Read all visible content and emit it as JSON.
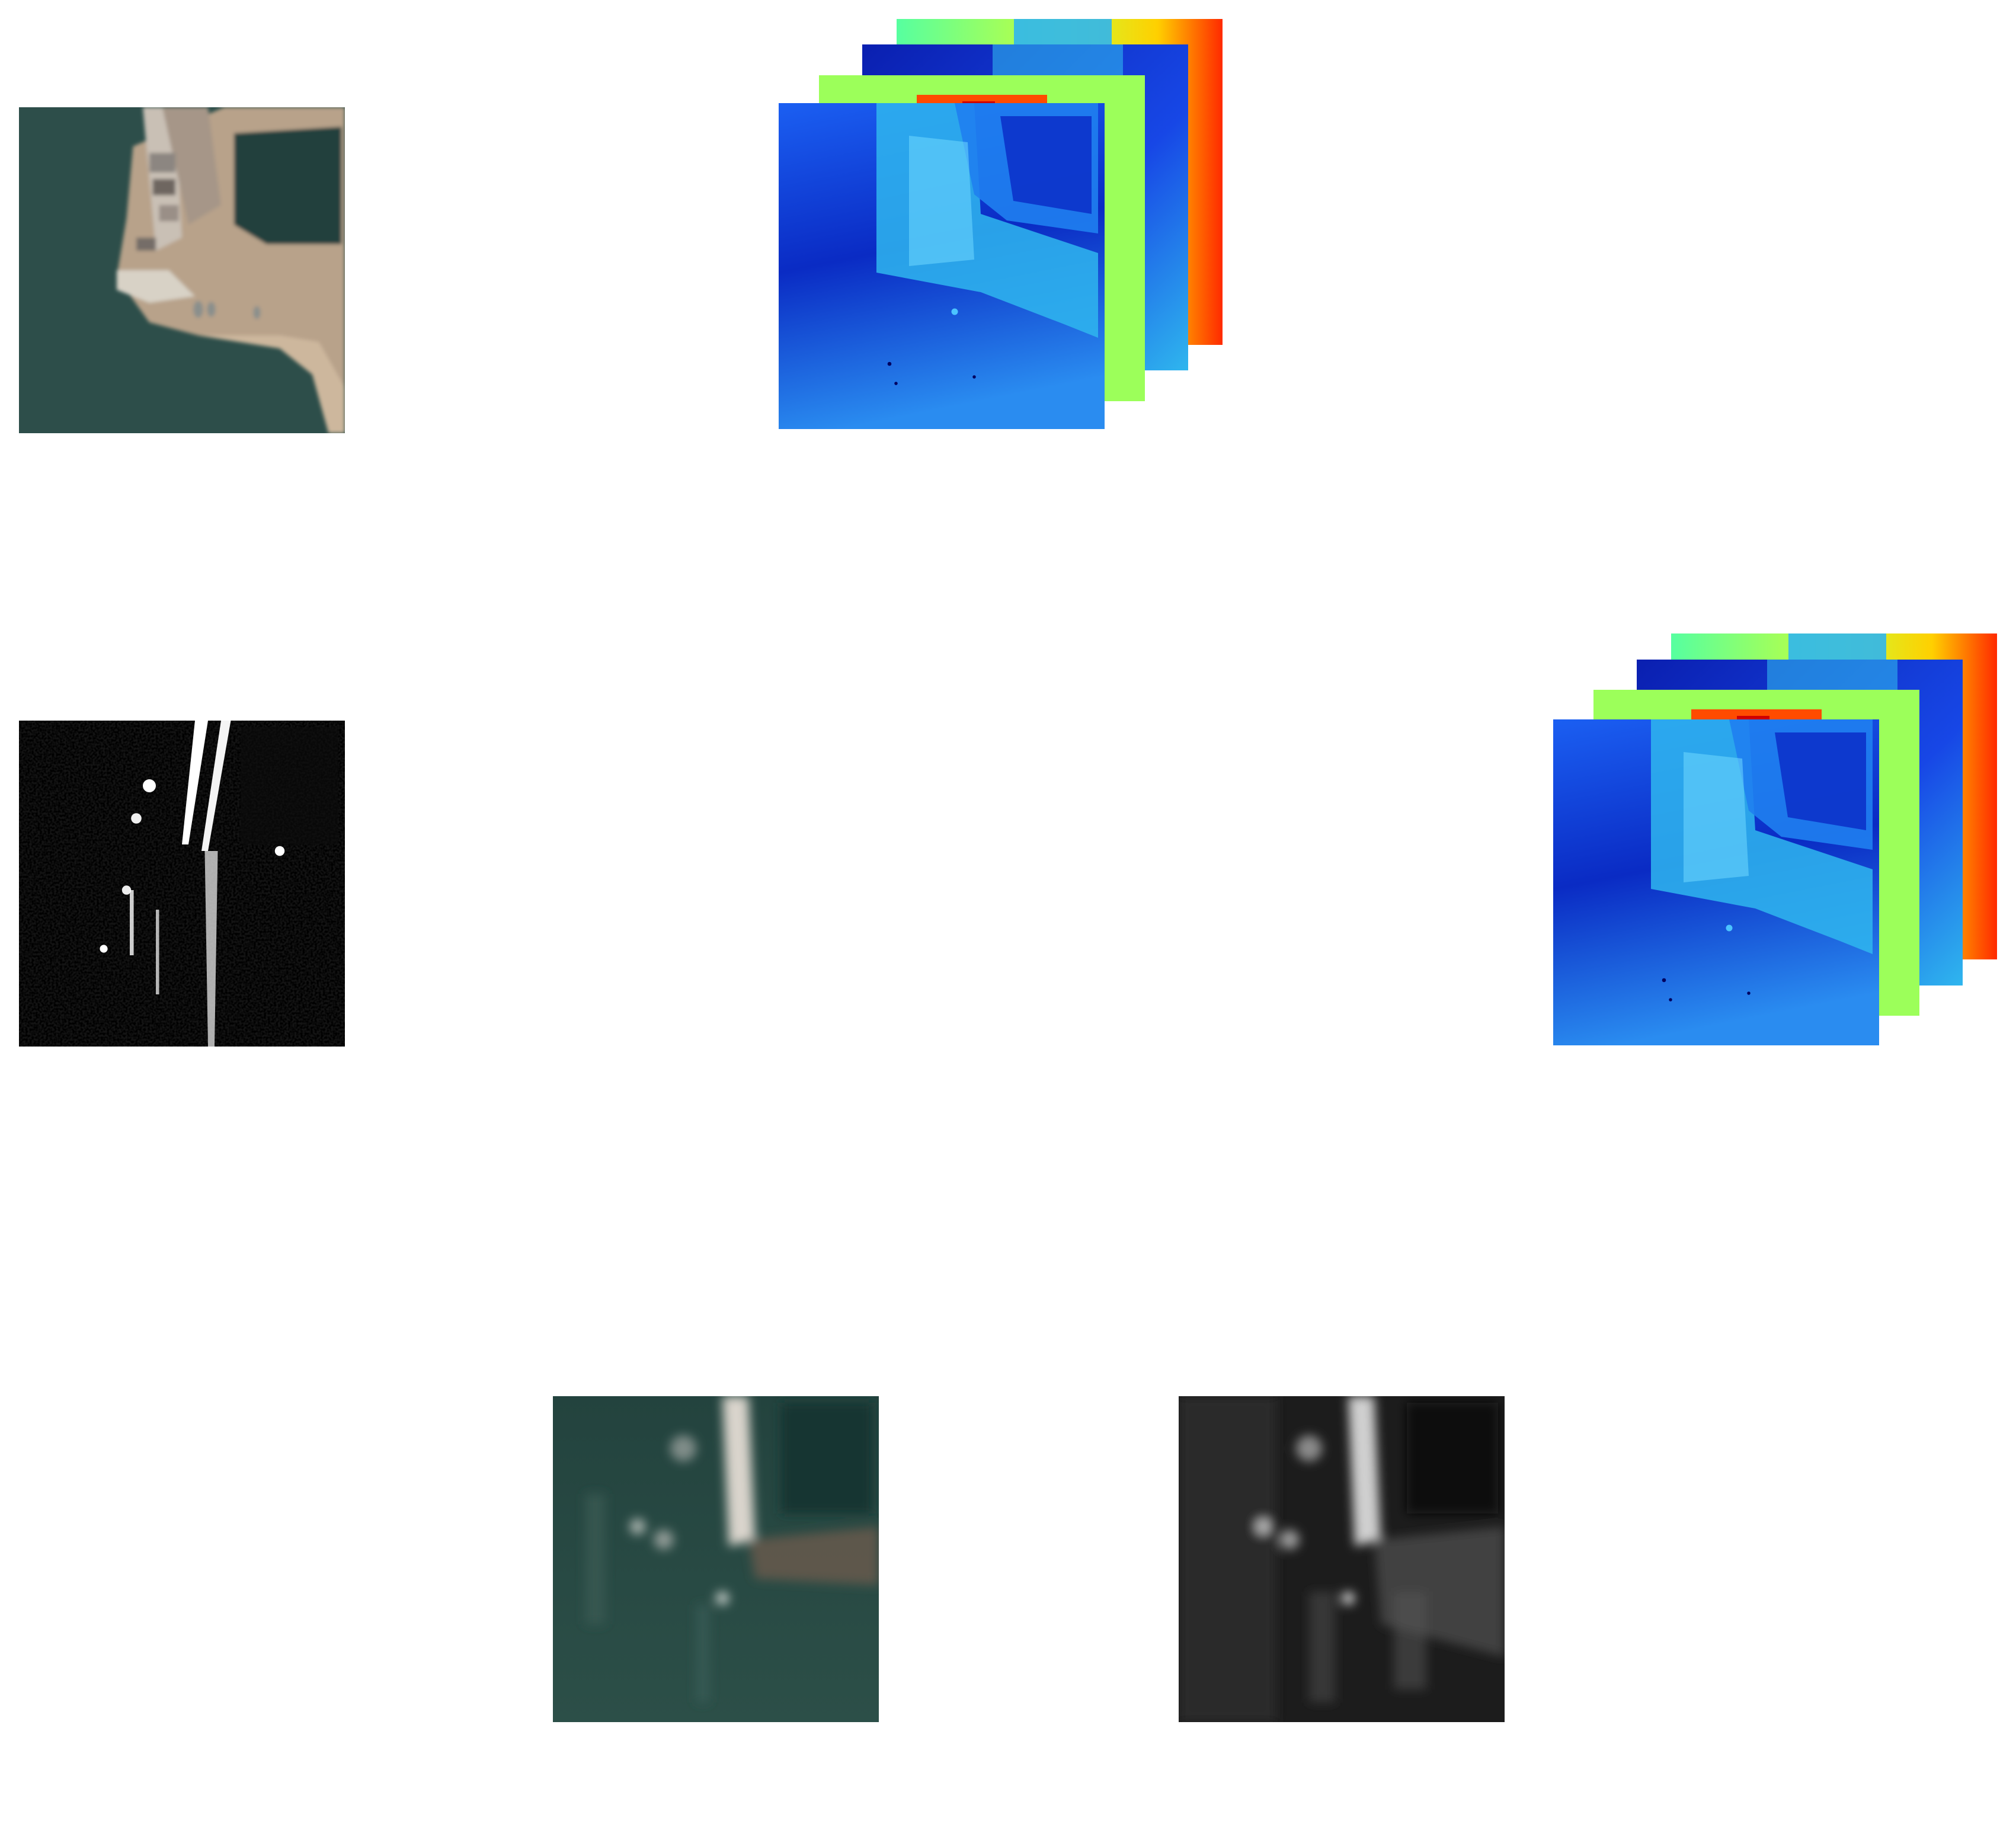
{
  "figure": {
    "panels": [
      {
        "id": "optical-input",
        "kind": "optical image"
      },
      {
        "id": "sar-input",
        "kind": "SAR image"
      },
      {
        "id": "feature-stack-top",
        "kind": "feature map stack",
        "layers": 4
      },
      {
        "id": "feature-stack-right",
        "kind": "feature map stack",
        "layers": 4
      },
      {
        "id": "translated-optical-output",
        "kind": "optical image"
      },
      {
        "id": "translated-gray-output",
        "kind": "grayscale image"
      }
    ],
    "colors": {
      "background": "#ffffff",
      "water": "#2c4d49",
      "land": "#b59e84",
      "jet_blue_dark": "#0a1fb0",
      "jet_blue": "#1747e6",
      "jet_cyan": "#2fb6ee",
      "jet_green": "#9cff5a",
      "jet_yellow": "#ffd000",
      "jet_red": "#e80000"
    }
  }
}
